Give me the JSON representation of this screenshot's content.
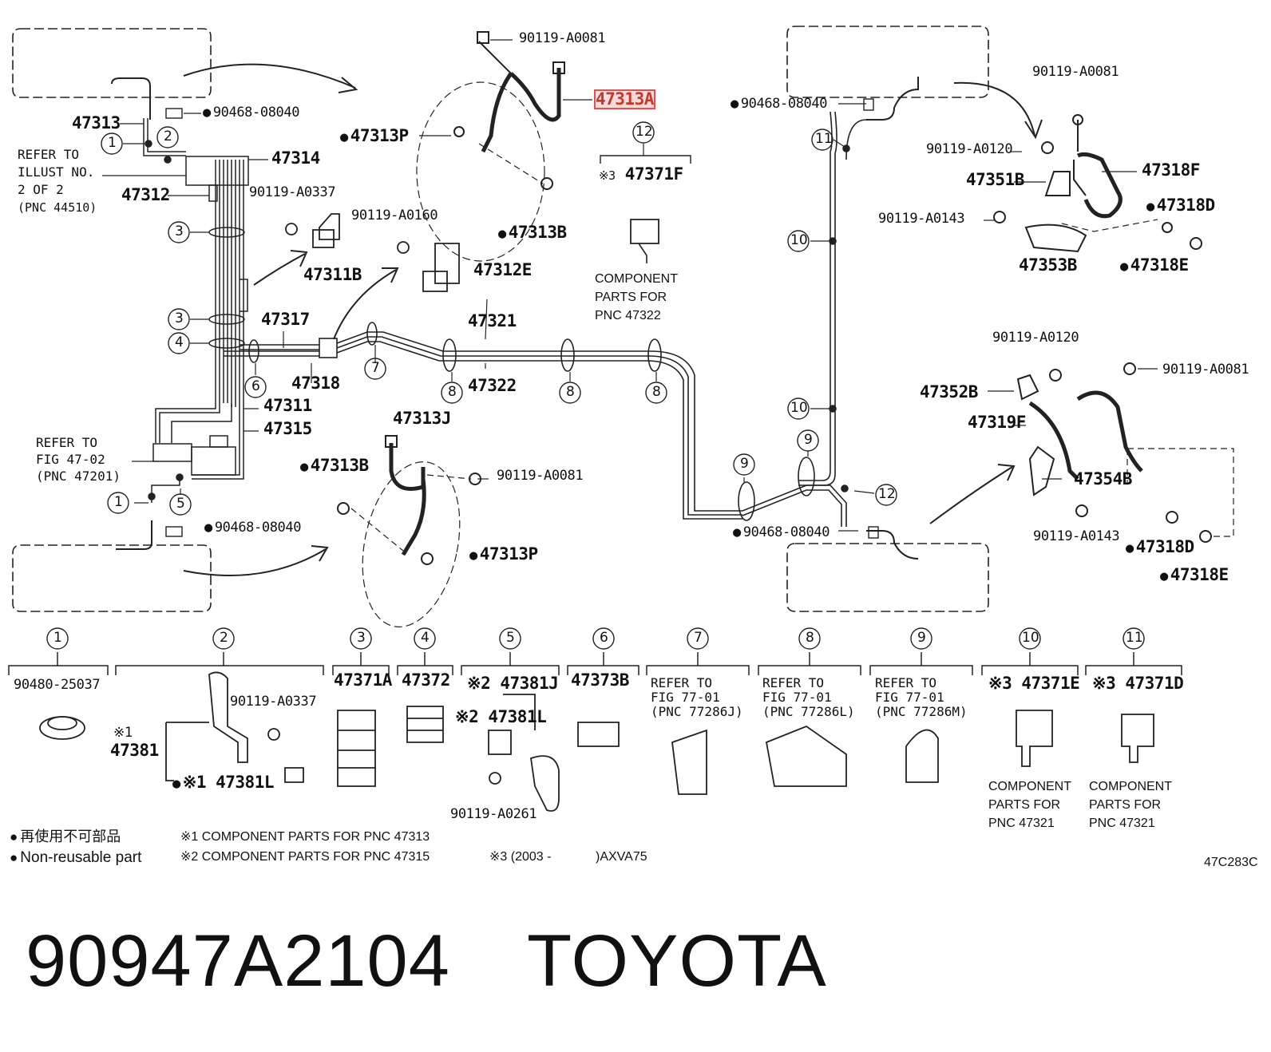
{
  "title": {
    "part_number": "90947A2104",
    "brand": "TOYOTA"
  },
  "figure_code": "47C283C",
  "legend": {
    "nonreusable_jp": "再使用不可部品",
    "nonreusable_en": "Non-reusable part",
    "note1": "※1 COMPONENT PARTS FOR PNC 47313",
    "note2": "※2 COMPONENT PARTS FOR PNC 47315",
    "note3": "※3 (2003 -",
    "note3_tail": ")AXVA75"
  },
  "labels": {
    "p47313": "47313",
    "p90468_a": "90468-08040",
    "refer1_l1": "REFER TO",
    "refer1_l2": "ILLUST NO.",
    "refer1_l3": "2 OF 2",
    "refer1_l4": "(PNC 44510)",
    "p47314": "47314",
    "p47312": "47312",
    "p90119_a0337": "90119-A0337",
    "p90119_a0160": "90119-A0160",
    "p47311b": "47311B",
    "p47312e": "47312E",
    "p90119_a0081_top": "90119-A0081",
    "p47313a": "47313A",
    "p47313p_top": "47313P",
    "p47313b_top": "47313B",
    "p47371f": "47371F",
    "comp47322_l1": "COMPONENT",
    "comp47322_l2": "PARTS FOR",
    "comp47322_l3": "PNC 47322",
    "p47317": "47317",
    "p47321": "47321",
    "p47318": "47318",
    "p47322": "47322",
    "p47311": "47311",
    "p47315": "47315",
    "refer2_l1": "REFER TO",
    "refer2_l2": "FIG 47-02",
    "refer2_l3": "(PNC 47201)",
    "p90468_b": "90468-08040",
    "p47313j": "47313J",
    "p47313b_mid": "47313B",
    "p90119_a0081_mid": "90119-A0081",
    "p47313p_mid": "47313P",
    "p90468_c": "90468-08040",
    "p90468_d": "90468-08040",
    "p90119_a0081_r1": "90119-A0081",
    "p90119_a0120_r1": "90119-A0120",
    "p47318f": "47318F",
    "p47351b": "47351B",
    "p47318d_r1": "47318D",
    "p90119_a0143_r1": "90119-A0143",
    "p47353b": "47353B",
    "p47318e_r1": "47318E",
    "p90119_a0120_r2": "90119-A0120",
    "p90119_a0081_r2": "90119-A0081",
    "p47352b": "47352B",
    "p47319f": "47319F",
    "p47354b": "47354B",
    "p90119_a0143_r2": "90119-A0143",
    "p47318d_r2": "47318D",
    "p47318e_r2": "47318E"
  },
  "callouts": [
    "1",
    "2",
    "3",
    "4",
    "5",
    "6",
    "7",
    "8",
    "9",
    "10",
    "11",
    "12"
  ],
  "bottom": {
    "c1": "90480-25037",
    "c2_bolt": "90119-A0337",
    "c2_mark": "※1",
    "c2_part": "47381",
    "c2_l": "※1 47381L",
    "c3": "47371A",
    "c4": "47372",
    "c5_j": "※2 47381J",
    "c5_l": "※2 47381L",
    "c5_bolt": "90119-A0261",
    "c6": "47373B",
    "c7_l1": "REFER TO",
    "c7_l2": "FIG 77-01",
    "c7_l3": "(PNC 77286J)",
    "c8_l1": "REFER TO",
    "c8_l2": "FIG 77-01",
    "c8_l3": "(PNC 77286L)",
    "c9_l1": "REFER TO",
    "c9_l2": "FIG 77-01",
    "c9_l3": "(PNC 77286M)",
    "c10": "※3 47371E",
    "c10_l1": "COMPONENT",
    "c10_l2": "PARTS FOR",
    "c10_l3": "PNC 47321",
    "c11": "※3 47371D",
    "c11_l1": "COMPONENT",
    "c11_l2": "PARTS FOR",
    "c11_l3": "PNC 47321"
  },
  "colors": {
    "line": "#222222",
    "highlight": "#d9534f",
    "background": "#ffffff"
  }
}
